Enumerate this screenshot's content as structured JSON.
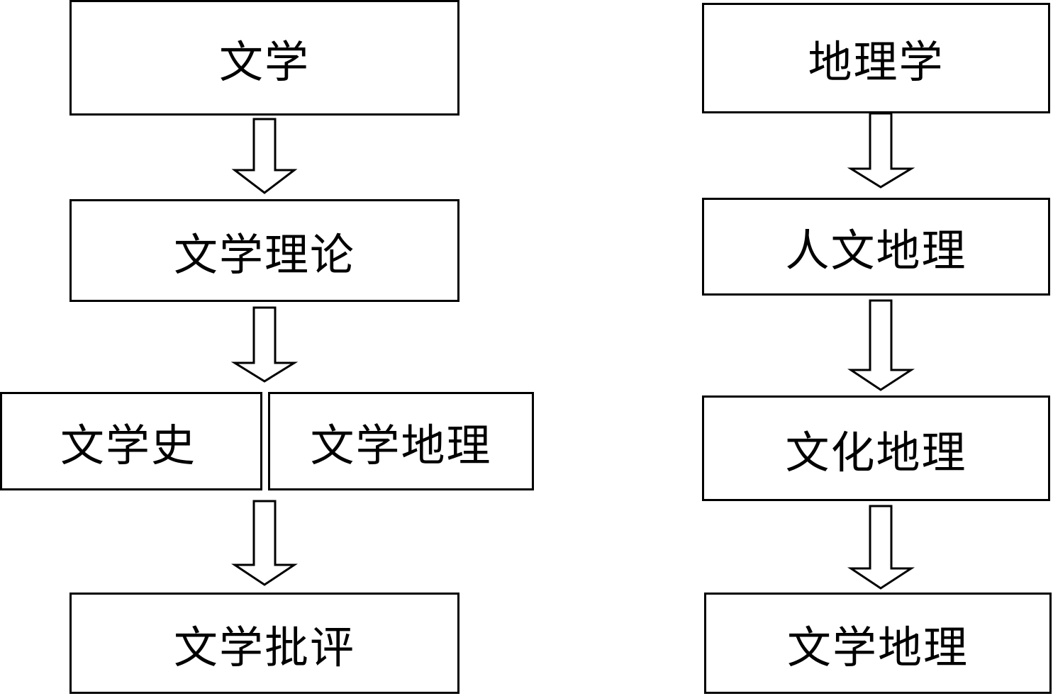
{
  "left_flow": {
    "literature": "文学",
    "literary_theory": "文学理论",
    "literary_history": "文学史",
    "literary_geography": "文学地理",
    "literary_criticism": "文学批评"
  },
  "right_flow": {
    "geography": "地理学",
    "human_geography": "人文地理",
    "cultural_geography": "文化地理",
    "literary_geography": "文学地理"
  }
}
